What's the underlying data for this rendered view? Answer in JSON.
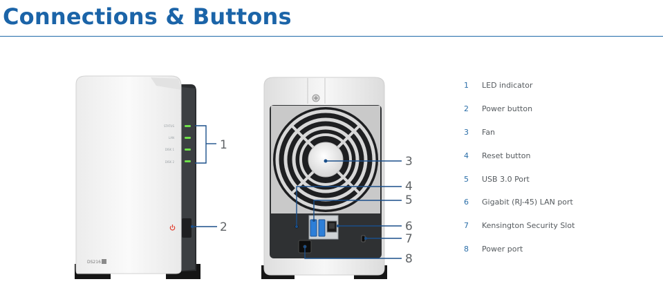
{
  "page": {
    "title": "Connections & Buttons"
  },
  "device": {
    "model_label": "DS216",
    "front_led_labels": [
      "STATUS",
      "LAN",
      "DISK 1",
      "DISK 2"
    ]
  },
  "colors": {
    "title_blue": "#1b64a8",
    "legend_number_blue": "#2a6ea8",
    "callout_line_blue": "#1a4f8a",
    "led_green": "#6fe04a",
    "power_icon_red": "#e23a2a",
    "usb3_blue": "#2d7fd8"
  },
  "callouts": [
    "1",
    "2",
    "3",
    "4",
    "5",
    "6",
    "7",
    "8"
  ],
  "legend": [
    {
      "number": "1",
      "label": "LED indicator"
    },
    {
      "number": "2",
      "label": "Power button"
    },
    {
      "number": "3",
      "label": "Fan"
    },
    {
      "number": "4",
      "label": "Reset button"
    },
    {
      "number": "5",
      "label": "USB 3.0 Port"
    },
    {
      "number": "6",
      "label": "Gigabit (RJ-45) LAN port"
    },
    {
      "number": "7",
      "label": "Kensington Security Slot"
    },
    {
      "number": "8",
      "label": "Power port"
    }
  ]
}
